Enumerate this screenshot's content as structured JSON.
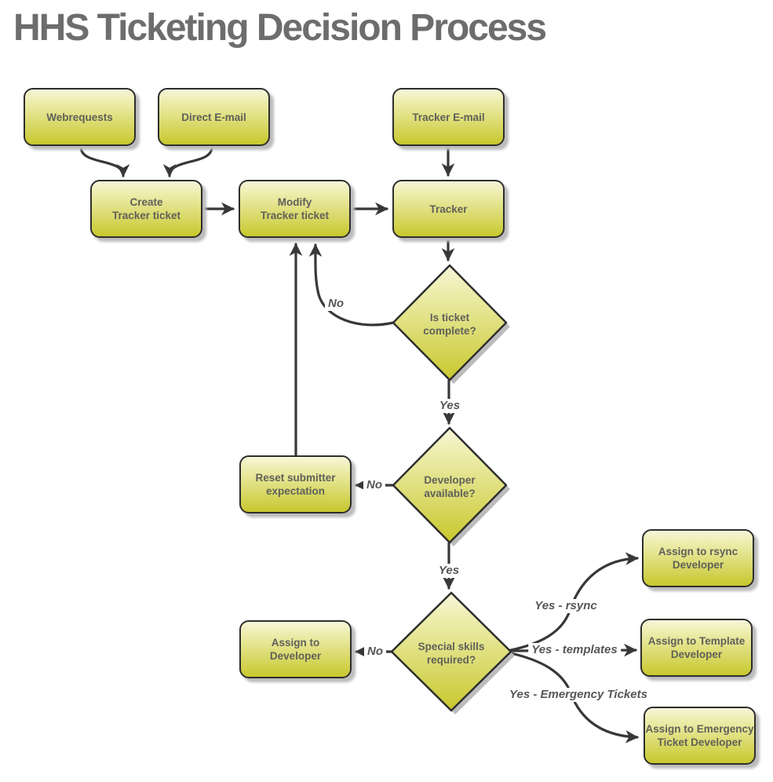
{
  "title": "HHS Ticketing Decision Process",
  "colors": {
    "node_fill_top": "#f6f6da",
    "node_fill_bottom": "#c8c82e",
    "node_border": "#2e2e2e",
    "arrow": "#383838",
    "node_text": "#60605a",
    "title_text": "#6d6d6d",
    "shadow": "#bcbcbc"
  },
  "nodes": {
    "webrequests": {
      "label": "Webrequests"
    },
    "direct_email": {
      "label": "Direct E-mail"
    },
    "tracker_email": {
      "label": "Tracker E-mail"
    },
    "create_ticket": {
      "label": "Create\nTracker ticket"
    },
    "modify_ticket": {
      "label": "Modify\nTracker ticket"
    },
    "tracker": {
      "label": "Tracker"
    },
    "is_ticket_complete": {
      "label": "Is ticket\ncomplete?"
    },
    "reset_expectation": {
      "label": "Reset submitter\nexpectation"
    },
    "developer_available": {
      "label": "Developer\navailable?"
    },
    "special_skills": {
      "label": "Special skills\nrequired?"
    },
    "assign_developer": {
      "label": "Assign to\nDeveloper"
    },
    "assign_rsync": {
      "label": "Assign to rsync\nDeveloper"
    },
    "assign_template": {
      "label": "Assign to Template\nDeveloper"
    },
    "assign_emergency": {
      "label": "Assign to Emergency\nTicket Developer"
    }
  },
  "edge_labels": {
    "complete_no": "No",
    "complete_yes": "Yes",
    "available_no": "No",
    "available_yes": "Yes",
    "skills_no": "No",
    "skills_rsync": "Yes - rsync",
    "skills_templates": "Yes - templates",
    "skills_emergency": "Yes - Emergency Tickets"
  }
}
